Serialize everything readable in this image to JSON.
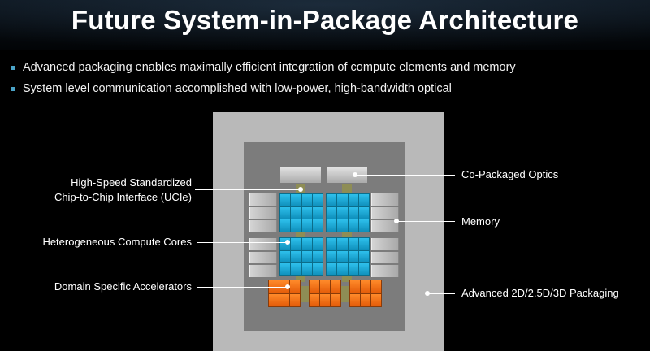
{
  "title": "Future System-in-Package Architecture",
  "bullets": [
    "Advanced packaging enables maximally efficient integration of compute elements and memory",
    "System level communication accomplished with low-power, high-bandwidth optical"
  ],
  "labels": {
    "ucie_line1": "High-Speed Standardized",
    "ucie_line2": "Chip-to-Chip Interface (UCIe)",
    "compute_cores": "Heterogeneous Compute Cores",
    "accelerators": "Domain Specific Accelerators",
    "optics": "Co-Packaged Optics",
    "memory": "Memory",
    "packaging": "Advanced 2D/2.5D/3D Packaging"
  },
  "colors": {
    "core": "#1aa7d6",
    "accelerator": "#f07018",
    "bullet": "#4aa3c7",
    "interconnect": "#8e8d55"
  }
}
